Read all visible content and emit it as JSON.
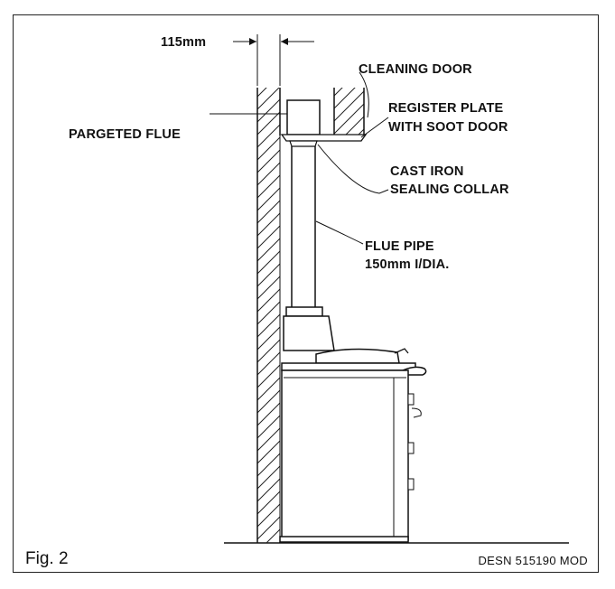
{
  "figure": {
    "caption": "Fig. 2",
    "drawing_ref": "DESN 515190 MOD"
  },
  "labels": {
    "dimension": "115mm",
    "cleaning_door": "CLEANING DOOR",
    "register_plate_line1": "REGISTER PLATE",
    "register_plate_line2": "WITH SOOT DOOR",
    "pargeted_flue": "PARGETED FLUE",
    "collar_line1": "CAST IRON",
    "collar_line2": "SEALING COLLAR",
    "flue_pipe_line1": "FLUE PIPE",
    "flue_pipe_line2": "150mm I/DIA."
  }
}
